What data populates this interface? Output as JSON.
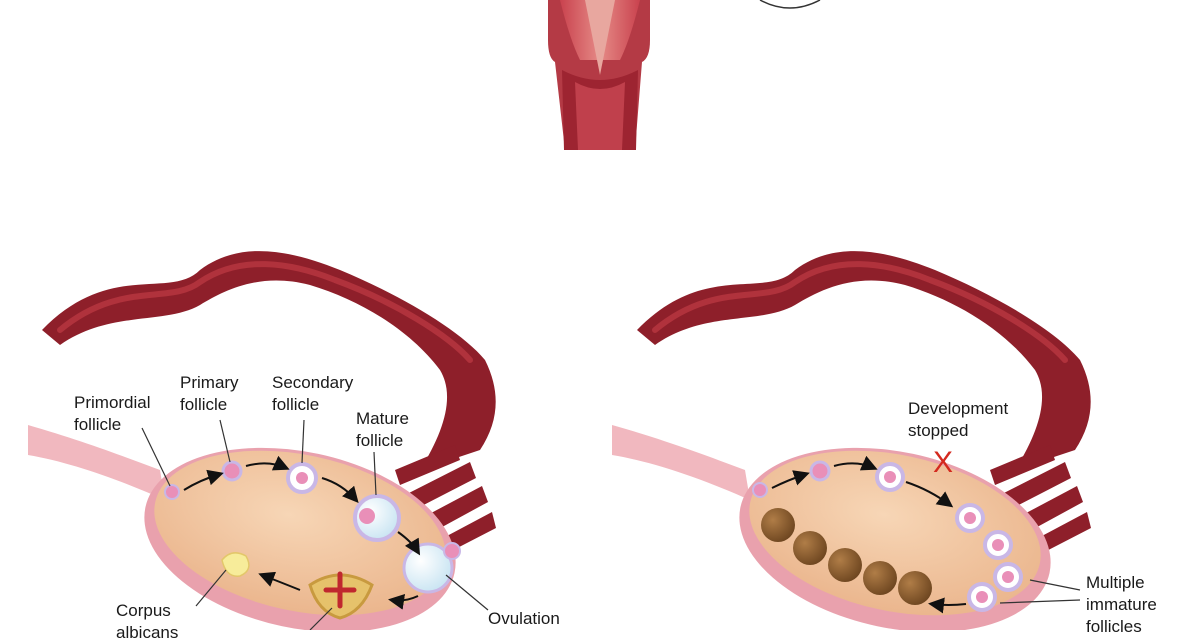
{
  "labels": {
    "primordial": [
      "Primordial",
      "follicle"
    ],
    "primary": [
      "Primary",
      "follicle"
    ],
    "secondary": [
      "Secondary",
      "follicle"
    ],
    "mature": [
      "Mature",
      "follicle"
    ],
    "ovulation": "Ovulation",
    "corpus": [
      "Corpus",
      "albicans"
    ],
    "development_stopped": [
      "Development",
      "stopped"
    ],
    "stop_mark": "X",
    "multiple": [
      "Multiple",
      "immature",
      "follicles"
    ]
  },
  "colors": {
    "tube": "#8e1f2a",
    "tube_light": "#b0323c",
    "ovary_fill": "#f2c49c",
    "ovary_rim": "#e59aa6",
    "ligament": "#f1b8bf",
    "follicle_pink": "#e98fb8",
    "follicle_ring": "#c9b7e6",
    "cyst_brown": "#8a5a2b",
    "stop_red": "#d42a1f"
  }
}
